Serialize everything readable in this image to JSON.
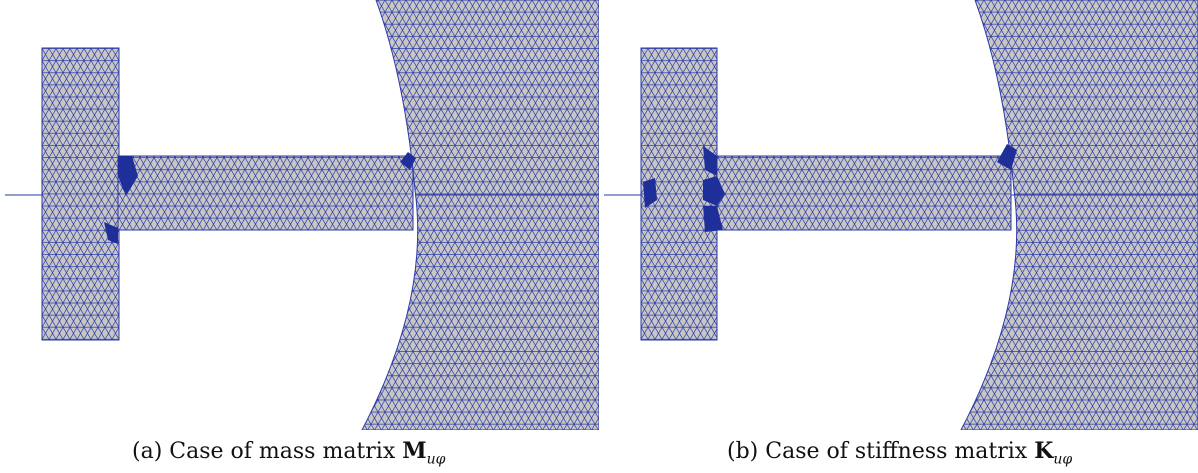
{
  "figure": {
    "panels": [
      {
        "id": "a",
        "caption_prefix": "(a) Case of mass matrix ",
        "caption_symbol": "M",
        "caption_subscript": "uφ",
        "highlighted_elements": 4
      },
      {
        "id": "b",
        "caption_prefix": "(b) Case of stiffness matrix ",
        "caption_symbol": "K",
        "caption_subscript": "uφ",
        "highlighted_elements": 6
      }
    ],
    "colors": {
      "mesh_fill": "#c9c7c4",
      "mesh_edges": "#2a3aa8",
      "highlight": "#1f2f9a",
      "background": "#ffffff"
    }
  }
}
